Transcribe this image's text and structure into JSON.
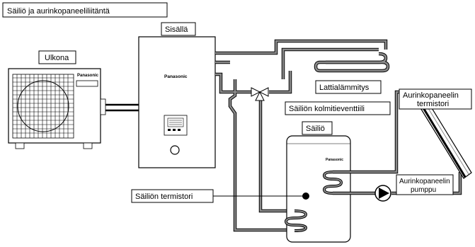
{
  "title": "Säiliö ja aurinkopaneeliliitäntä",
  "labels": {
    "outdoor": "Ulkona",
    "indoor": "Sisällä",
    "floor_heating": "Lattialämmitys",
    "solar_thermistor_line1": "Aurinkopaneelin",
    "solar_thermistor_line2": "termistori",
    "three_way_valve": "Säiliön kolmitieventtiili",
    "tank": "Säiliö",
    "solar_pump_line1": "Aurinkopaneelin",
    "solar_pump_line2": "pumppu",
    "tank_thermistor": "Säiliön termistori"
  },
  "brand": "Panasonic",
  "colors": {
    "pipe": "#8c8c8c",
    "pipe_dark": "#000000",
    "line": "#000000"
  }
}
